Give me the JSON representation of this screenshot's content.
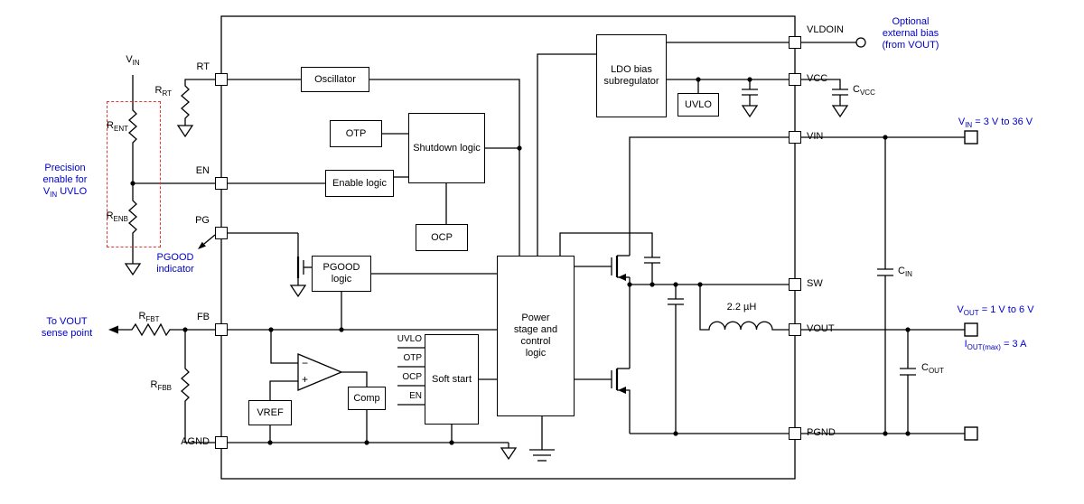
{
  "ic": {
    "pins_left": {
      "rt": "RT",
      "en": "EN",
      "pg": "PG",
      "fb": "FB",
      "agnd": "AGND"
    },
    "pins_right": {
      "vldoin": "VLDOIN",
      "vcc": "VCC",
      "vin": "VIN",
      "sw": "SW",
      "vout": "VOUT",
      "pgnd": "PGND"
    },
    "blocks": {
      "oscillator": "Oscillator",
      "otp": "OTP",
      "shutdown": "Shutdown logic",
      "enable": "Enable logic",
      "ocp": "OCP",
      "pgood": "PGOOD logic",
      "ldo": "LDO bias subregulator",
      "uvlo": "UVLO",
      "power_stage": "Power stage and control logic",
      "soft_start": "Soft start",
      "vref": "VREF",
      "comp": "Comp"
    },
    "soft_start_inputs": {
      "uvlo": "UVLO",
      "otp": "OTP",
      "ocp": "OCP",
      "en": "EN"
    },
    "error_amp": {
      "minus": "−",
      "plus": "+"
    },
    "inductor_value": "2.2 µH"
  },
  "external": {
    "net_labels": {
      "vin_top": {
        "pre": "V",
        "sub": "IN"
      }
    },
    "components": {
      "rrt": {
        "pre": "R",
        "sub": "RT"
      },
      "rent": {
        "pre": "R",
        "sub": "ENT"
      },
      "renb": {
        "pre": "R",
        "sub": "ENB"
      },
      "rfbt": {
        "pre": "R",
        "sub": "FBT"
      },
      "rfbb": {
        "pre": "R",
        "sub": "FBB"
      },
      "cvcc": {
        "pre": "C",
        "sub": "VCC"
      },
      "cin": {
        "pre": "C",
        "sub": "IN"
      },
      "cout": {
        "pre": "C",
        "sub": "OUT"
      }
    },
    "annotations": {
      "precision_enable": {
        "line1": "Precision",
        "line2": "enable for",
        "line3_pre": "V",
        "line3_sub": "IN",
        "line3_post": " UVLO"
      },
      "pgood_indicator": {
        "line1": "PGOOD",
        "line2": "indicator"
      },
      "to_vout_sense": {
        "line1": "To VOUT",
        "line2": "sense point"
      },
      "optional_bias": {
        "line1": "Optional",
        "line2": "external bias",
        "line3": "(from VOUT)"
      },
      "vin_range": {
        "pre": "V",
        "sub": "IN",
        "post": " = 3 V to 36 V"
      },
      "vout_range": {
        "pre": "V",
        "sub": "OUT",
        "post": " = 1 V to 6 V"
      },
      "iout_max": {
        "pre": "I",
        "sub": "OUT(max)",
        "post": " = 3 A"
      }
    }
  },
  "colors": {
    "line": "#000000",
    "annotation": "#0000cc",
    "enable_box": "#ee3333"
  }
}
